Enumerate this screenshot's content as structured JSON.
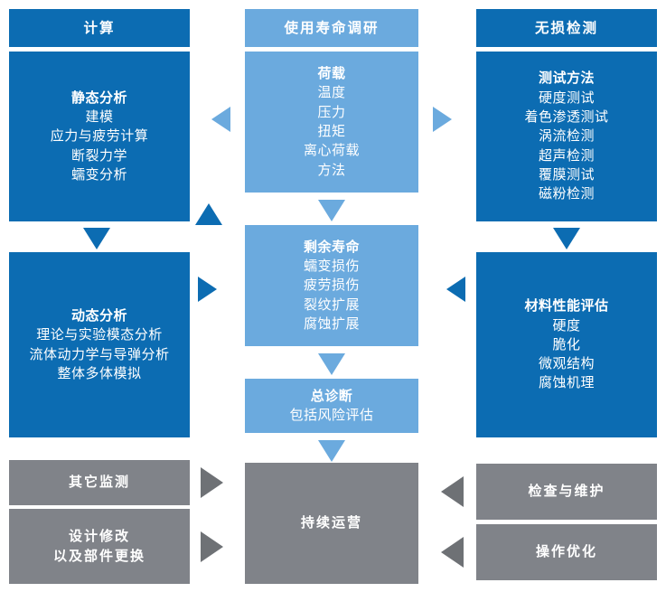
{
  "diagram": {
    "title": "Life assessment workflow diagram",
    "colors": {
      "dark_blue": "#0C6CB2",
      "light_blue": "#6BAADE",
      "gray": "#808389",
      "arrow_gray": "#6E7175",
      "text": "#FFFFFF",
      "background": "#FFFFFF"
    },
    "columns": {
      "left": {
        "header": "计算",
        "static_analysis": {
          "heading": "静态分析",
          "items": [
            "建模",
            "应力与疲劳计算",
            "断裂力学",
            "蠕变分析"
          ]
        },
        "dynamic_analysis": {
          "heading": "动态分析",
          "items": [
            "理论与实验模态分析",
            "流体动力学与导弹分析",
            "整体多体模拟"
          ]
        },
        "other_monitoring": "其它监测",
        "design_modification": {
          "line1": "设计修改",
          "line2": "以及部件更换"
        }
      },
      "center": {
        "header": "使用寿命调研",
        "loads": {
          "heading": "荷载",
          "items": [
            "温度",
            "压力",
            "扭矩",
            "离心荷载",
            "方法"
          ]
        },
        "residual_life": {
          "heading": "剩余寿命",
          "items": [
            "蠕变损伤",
            "疲劳损伤",
            "裂纹扩展",
            "腐蚀扩展"
          ]
        },
        "diagnosis": {
          "heading": "总诊断",
          "items": [
            "包括风险评估"
          ]
        },
        "continued_operation": "持续运营"
      },
      "right": {
        "header": "无损检测",
        "test_methods": {
          "heading": "测试方法",
          "items": [
            "硬度测试",
            "着色渗透测试",
            "涡流检测",
            "超声检测",
            "覆膜测试",
            "磁粉检测"
          ]
        },
        "material_assessment": {
          "heading": "材料性能评估",
          "items": [
            "硬度",
            "脆化",
            "微观结构",
            "腐蚀机理"
          ]
        },
        "inspection_maintenance": "检查与维护",
        "operation_optimization": "操作优化"
      }
    },
    "arrows": [
      {
        "name": "arrow-loads-to-static-analysis",
        "direction": "left",
        "color": "light"
      },
      {
        "name": "arrow-loads-to-test-methods",
        "direction": "right",
        "color": "light"
      },
      {
        "name": "arrow-static-to-dynamic-analysis",
        "direction": "down",
        "color": "dark"
      },
      {
        "name": "arrow-static-analysis-to-residual-life",
        "direction": "up",
        "color": "dark"
      },
      {
        "name": "arrow-loads-to-residual-life",
        "direction": "down",
        "color": "light"
      },
      {
        "name": "arrow-test-methods-to-material",
        "direction": "down",
        "color": "dark"
      },
      {
        "name": "arrow-dynamic-to-residual-life",
        "direction": "right",
        "color": "dark"
      },
      {
        "name": "arrow-material-to-residual-life",
        "direction": "left",
        "color": "dark"
      },
      {
        "name": "arrow-residual-life-to-diagnosis",
        "direction": "down",
        "color": "light"
      },
      {
        "name": "arrow-diagnosis-to-operation",
        "direction": "down",
        "color": "light"
      },
      {
        "name": "arrow-other-monitoring-to-operation",
        "direction": "right",
        "color": "gray"
      },
      {
        "name": "arrow-design-mod-to-operation",
        "direction": "right",
        "color": "gray"
      },
      {
        "name": "arrow-inspection-to-operation",
        "direction": "left",
        "color": "gray"
      },
      {
        "name": "arrow-optimization-to-operation",
        "direction": "left",
        "color": "gray"
      }
    ]
  }
}
